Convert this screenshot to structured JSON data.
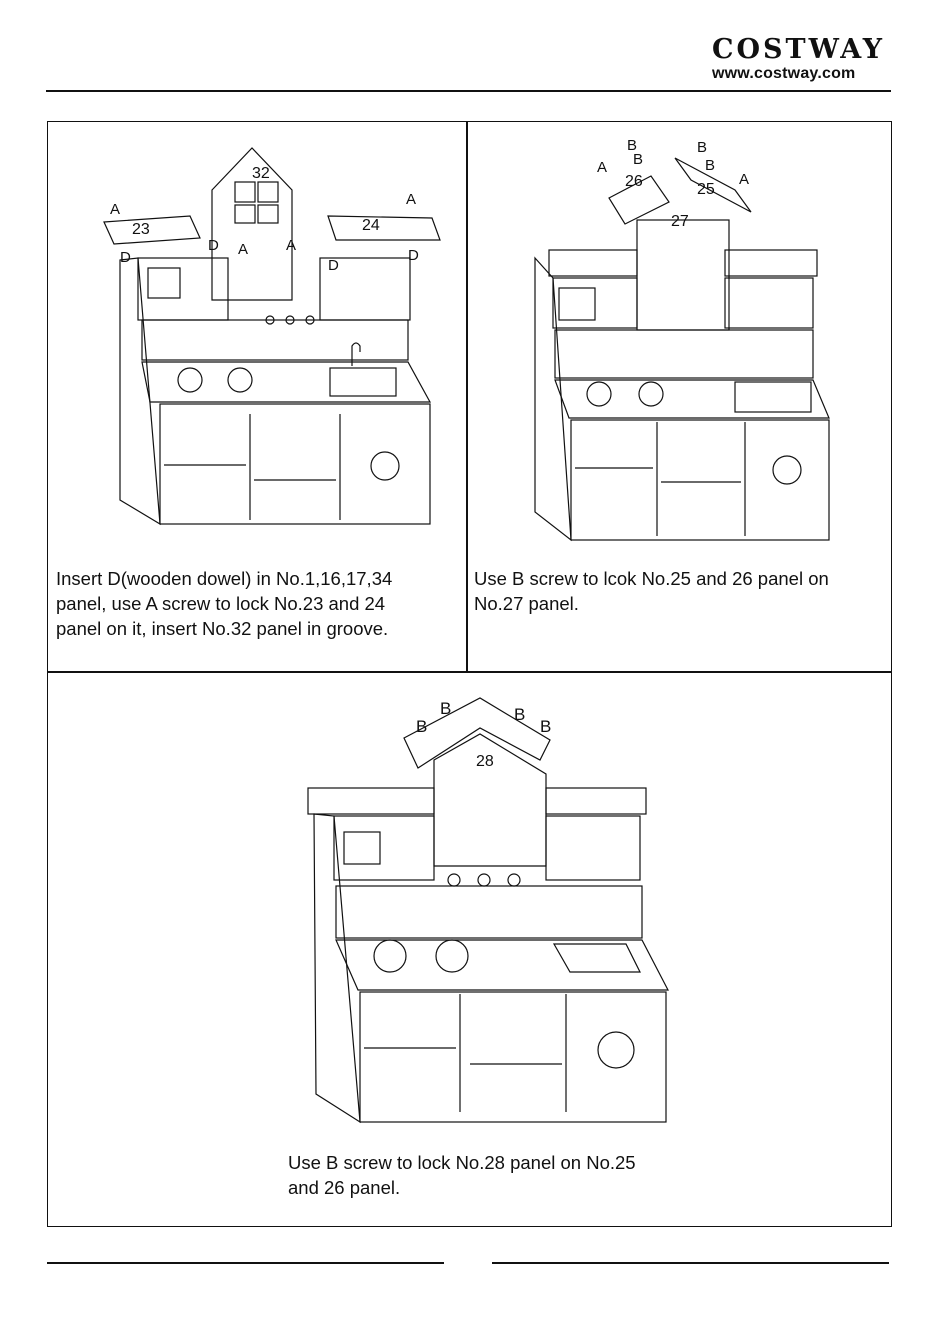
{
  "header": {
    "brand": "COSTWAY",
    "url": "www.costway.com"
  },
  "step1": {
    "caption_lines": [
      "Insert D(wooden dowel) in No.1,16,17,34",
      "panel, use A screw to lock No.23 and 24",
      "panel on it, insert No.32 panel in groove."
    ],
    "labels": {
      "p23": "23",
      "p24": "24",
      "p32": "32",
      "a1": "A",
      "a2": "A",
      "a3": "A",
      "a4": "A",
      "d1": "D",
      "d2": "D",
      "d3": "D",
      "d4": "D"
    }
  },
  "step2": {
    "caption_lines": [
      "Use B screw to lcok No.25 and 26 panel on",
      "No.27 panel."
    ],
    "labels": {
      "p25": "25",
      "p26": "26",
      "p27": "27",
      "b1": "B",
      "b2": "B",
      "b3": "B",
      "b4": "B",
      "a1": "A",
      "a2": "A"
    }
  },
  "step3": {
    "caption_lines": [
      "Use B screw to lock No.28 panel on No.25",
      "and 26 panel."
    ],
    "labels": {
      "p28": "28",
      "b1": "B",
      "b2": "B",
      "b3": "B",
      "b4": "B"
    }
  }
}
